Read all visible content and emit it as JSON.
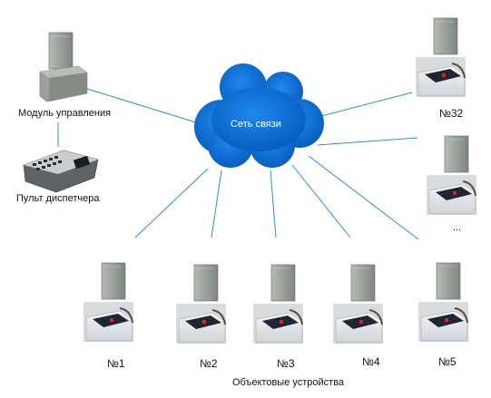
{
  "network": {
    "label": "Сеть связи",
    "color": "#0a6fd6"
  },
  "control_module": {
    "label": "Модуль управления"
  },
  "dispatcher_console": {
    "label": "Пульт диспетчера"
  },
  "devices": [
    {
      "label": "№1"
    },
    {
      "label": "№2"
    },
    {
      "label": "№3"
    },
    {
      "label": "№4"
    },
    {
      "label": "№5"
    },
    {
      "label": "№32"
    },
    {
      "label": "..."
    }
  ],
  "caption": "Объектовые устройства",
  "colors": {
    "link": "#2a8fc8",
    "box": "#8f9890",
    "device_body": "#e9ecef"
  }
}
